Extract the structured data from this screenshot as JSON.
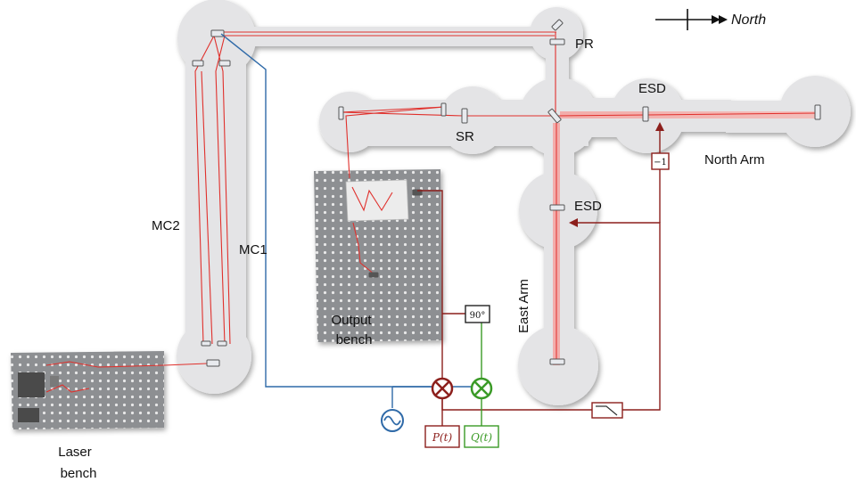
{
  "labels": {
    "north": "North",
    "pr": "PR",
    "sr": "SR",
    "esd_north": "ESD",
    "esd_east": "ESD",
    "north_arm": "North Arm",
    "east_arm": "East Arm",
    "mc1": "MC1",
    "mc2": "MC2",
    "output_bench_1": "Output",
    "output_bench_2": "bench",
    "laser_bench_1": "Laser",
    "laser_bench_2": "bench"
  },
  "boxes": {
    "phase_shift": "90°",
    "inverter": "−1",
    "p_signal": "P(t)",
    "q_signal": "Q(t)"
  },
  "colors": {
    "chamber_fill": "#e4e4e6",
    "laser_beam": "#e0302c",
    "signal_dark_red": "#8c1f1c",
    "signal_blue": "#2f6aa8",
    "signal_green": "#3a9a26"
  }
}
